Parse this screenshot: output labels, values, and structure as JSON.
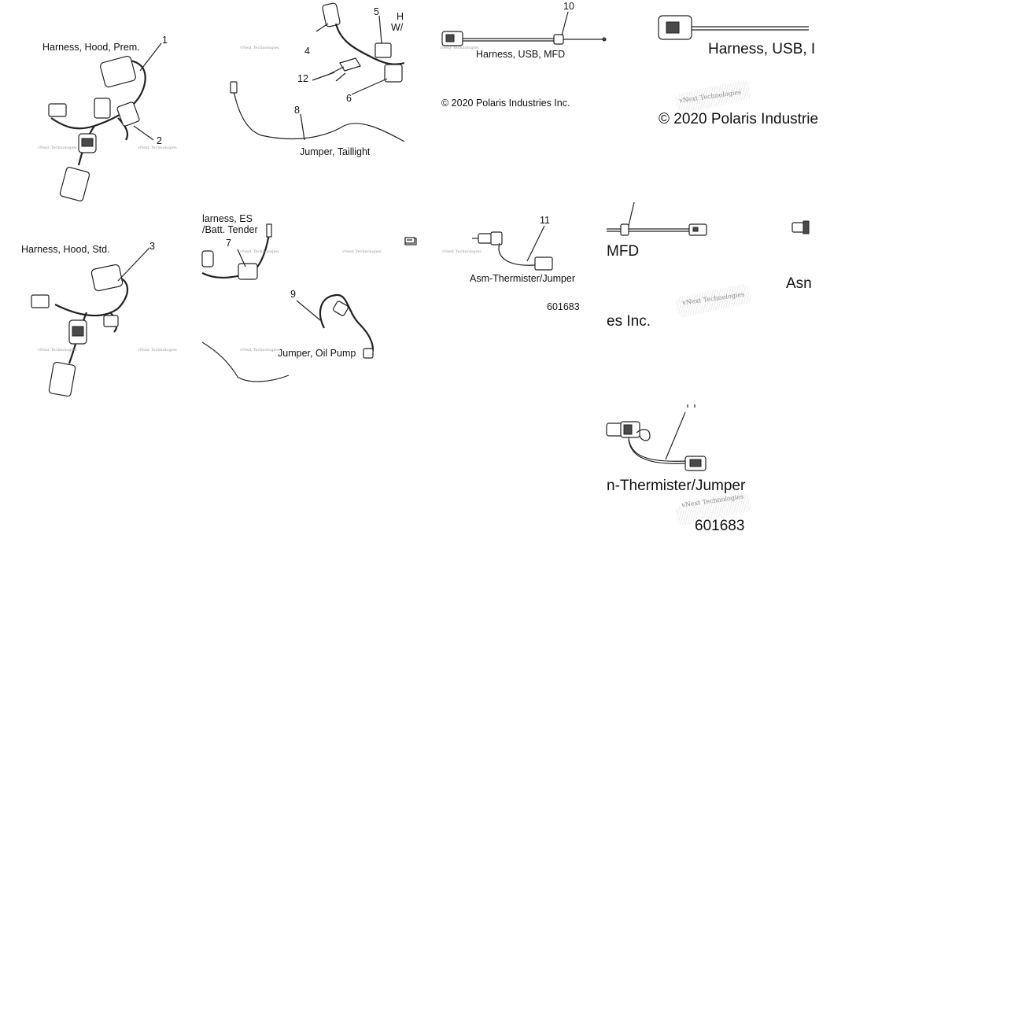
{
  "document": {
    "tile_a": {
      "label_harness_hood_prem": "Harness, Hood, Prem.",
      "callout_1": "1",
      "callout_2": "2",
      "watermark": "vNext Technologies"
    },
    "tile_b": {
      "callout_5": "5",
      "label_h_partial": "H",
      "label_w_partial": "W/",
      "callout_4": "4",
      "callout_12": "12",
      "callout_6": "6",
      "callout_8": "8",
      "label_jumper_taillight": "Jumper, Taillight",
      "watermark": "vNext Technologies"
    },
    "tile_c": {
      "callout_10": "10",
      "label_harness_usb_mfd": "Harness, USB, MFD",
      "copyright": "© 2020 Polaris Industries Inc.",
      "watermark": "vNext Technologies"
    },
    "tile_d": {
      "label_harness_usb_partial": "Harness, USB, I",
      "copyright_partial": "© 2020 Polaris Industrie",
      "watermark": "vNext Technologies"
    },
    "tile_e": {
      "label_harness_hood_std": "Harness, Hood, Std.",
      "callout_3": "3",
      "watermark": "vNext Technologies"
    },
    "tile_f": {
      "label_harness_es": "larness, ES",
      "label_batt_tender": "/Batt. Tender",
      "callout_7": "7",
      "callout_9": "9",
      "label_jumper_oil_pump": "Jumper, Oil Pump",
      "watermark": "vNext Technologies"
    },
    "tile_g": {
      "callout_11": "11",
      "label_asm_thermister": "Asm-Thermister/Jumper",
      "figure_number": "601683",
      "watermark": "vNext Technologies"
    },
    "tile_h": {
      "label_mfd_partial": "MFD",
      "label_inc_partial": "es Inc.",
      "label_asm_partial": "Asn",
      "watermark": "vNext Technologies"
    },
    "tile_i": {
      "label_thermister_partial": "n-Thermister/Jumper",
      "figure_number": "601683",
      "watermark": "vNext Technologies"
    }
  }
}
